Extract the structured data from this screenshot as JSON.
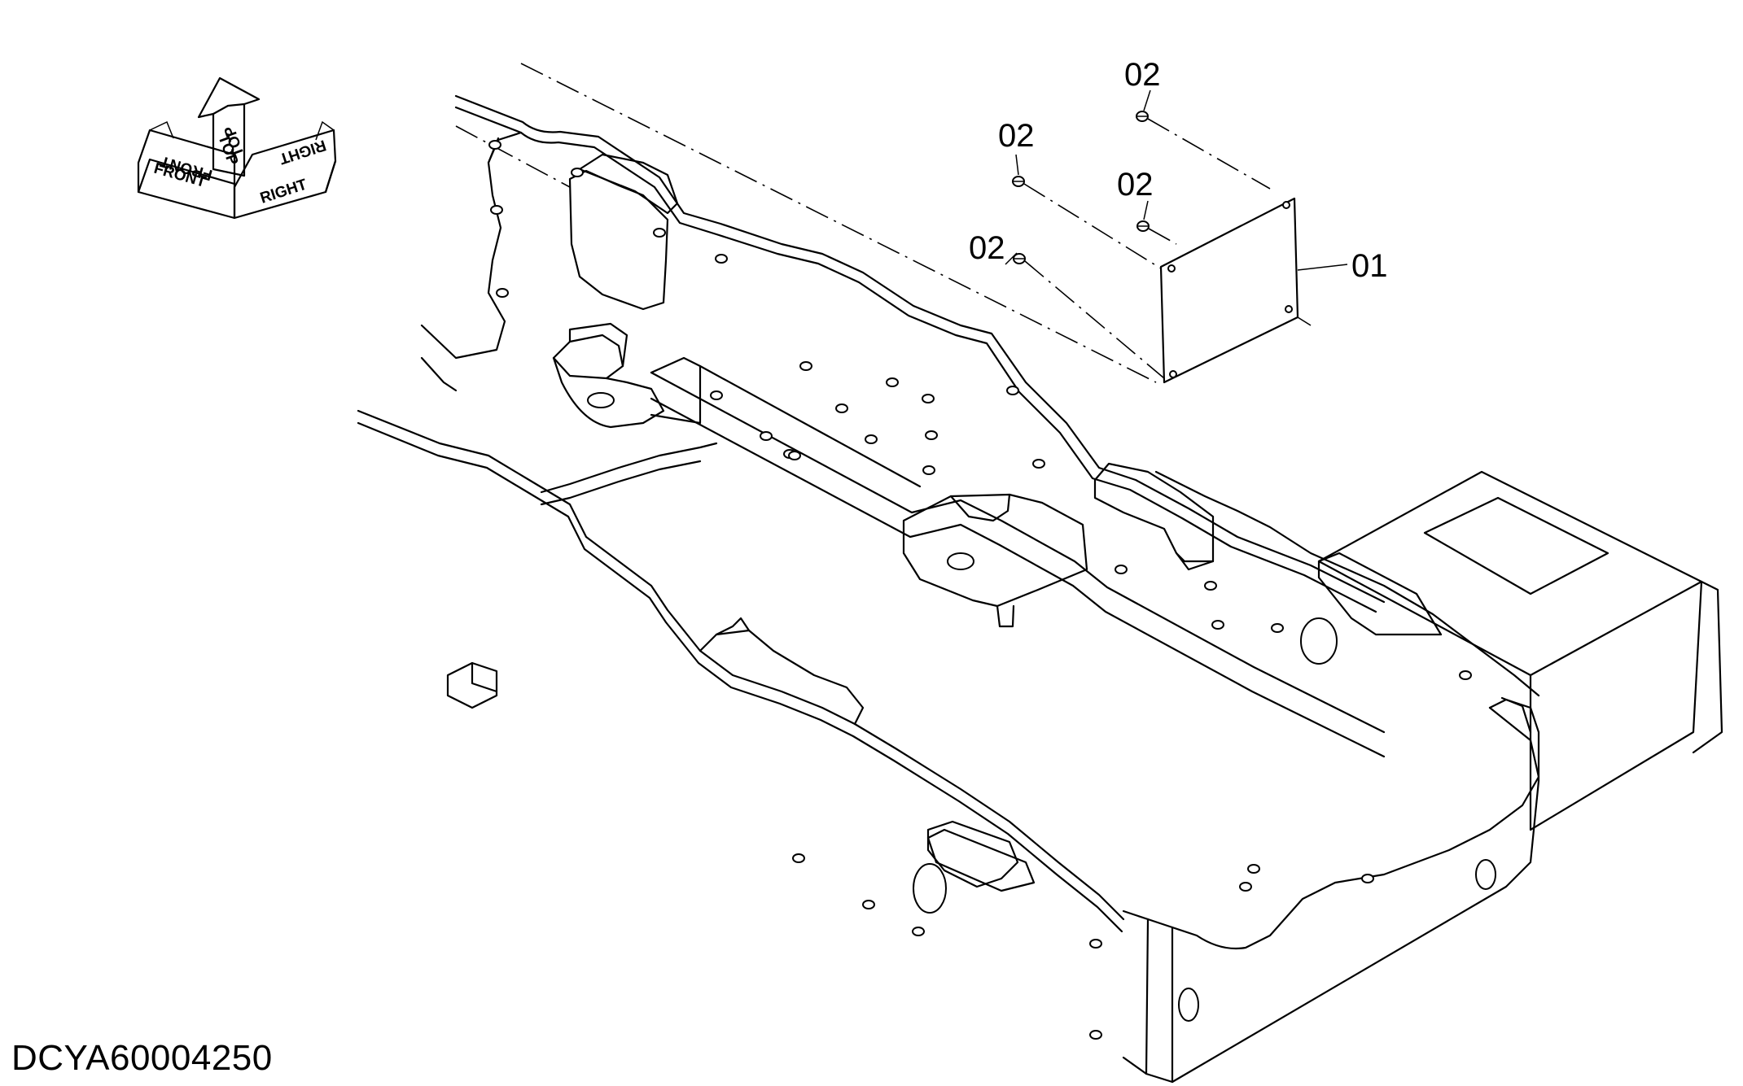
{
  "orientation_indicator": {
    "front_label": "FRONT",
    "top_label": "TOP",
    "right_label": "RIGHT"
  },
  "callouts": {
    "cover_plate": "01",
    "bolt_1": "02",
    "bolt_2": "02",
    "bolt_3": "02",
    "bolt_4": "02"
  },
  "drawing_code": "DCYA60004250"
}
